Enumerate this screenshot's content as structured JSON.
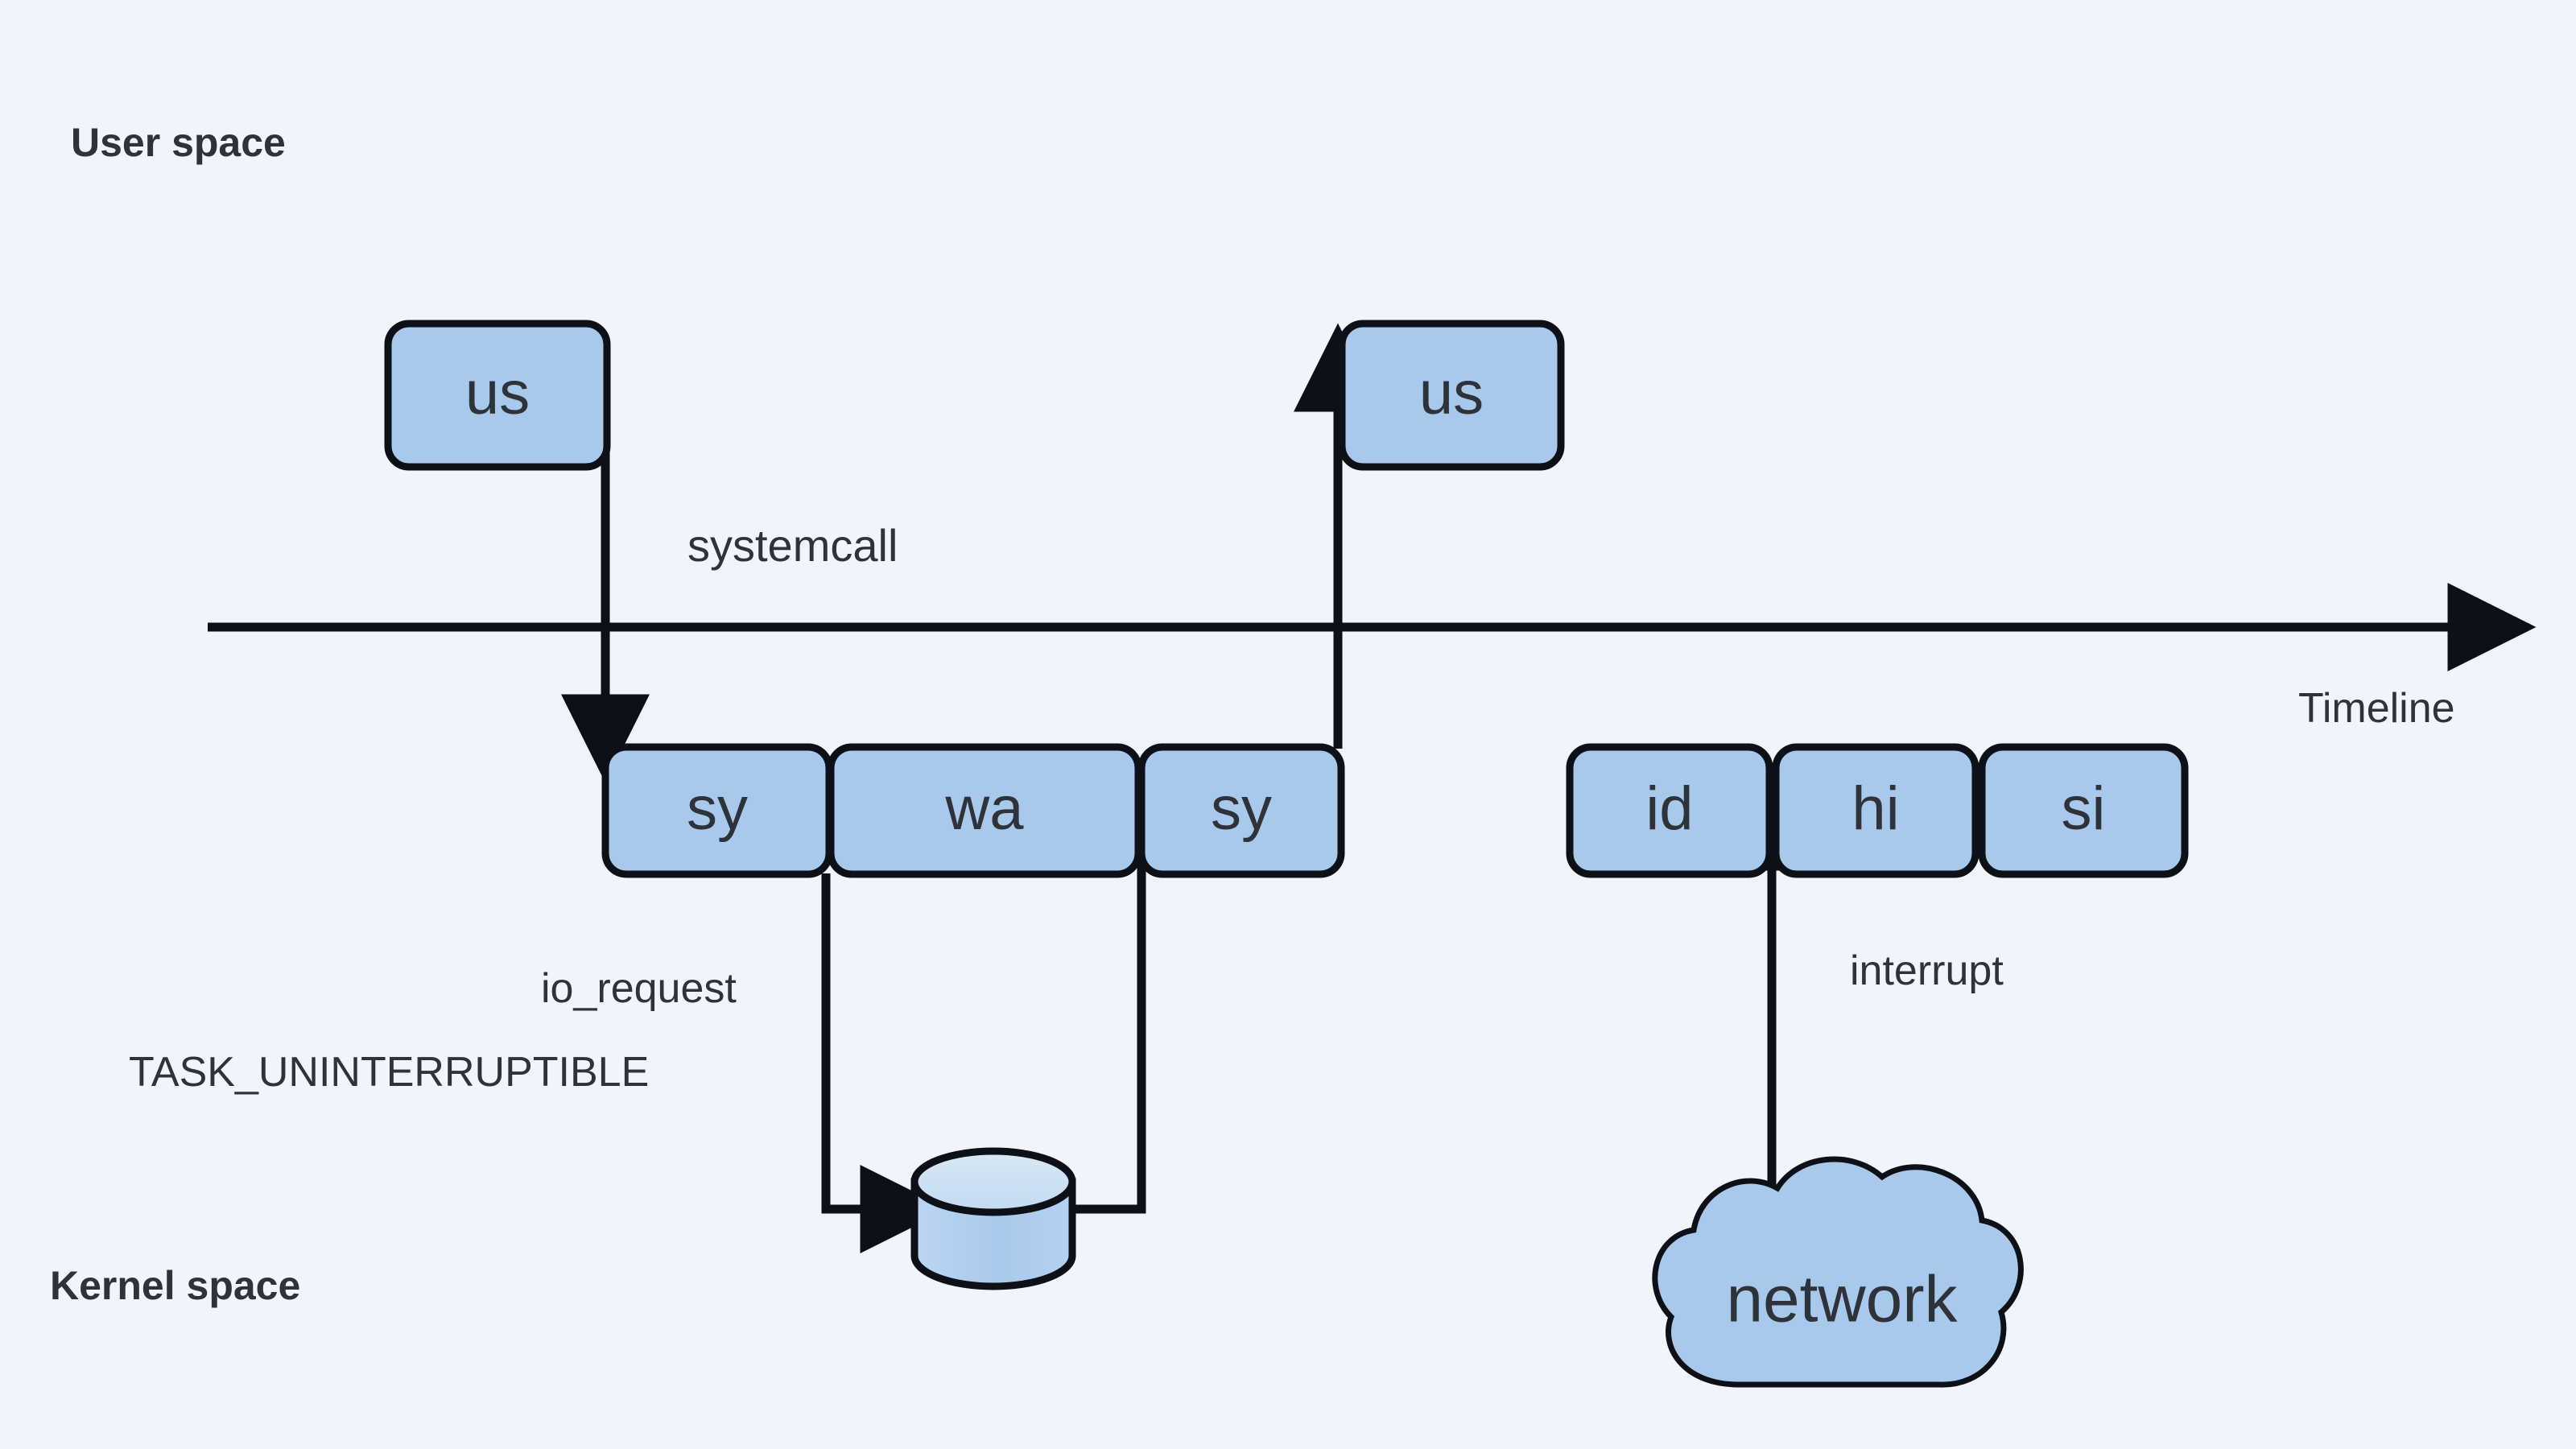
{
  "diagram": {
    "background_color": "#f0f4fd",
    "box_fill": "#a9c9ec",
    "box_stroke": "#0d1117",
    "text_color": "#2e3339",
    "cylinder_top_fill": "#cde0f2",
    "cylinder_body_fill": "#aecbee"
  },
  "regions": {
    "user_space_label": "User space",
    "kernel_space_label": "Kernel space"
  },
  "axis": {
    "timeline_label": "Timeline",
    "arrow_direction": "right"
  },
  "user_boxes": [
    {
      "label": "us",
      "name": "us-box-left"
    },
    {
      "label": "us",
      "name": "us-box-right"
    }
  ],
  "kernel_boxes_left": [
    {
      "label": "sy"
    },
    {
      "label": "wa"
    },
    {
      "label": "sy"
    }
  ],
  "kernel_boxes_right": [
    {
      "label": "id"
    },
    {
      "label": "hi"
    },
    {
      "label": "si"
    }
  ],
  "edge_labels": {
    "systemcall": "systemcall",
    "io_request": "io_request",
    "task_state": "TASK_UNINTERRUPTIBLE",
    "interrupt": "interrupt"
  },
  "nodes": {
    "storage": {
      "label": "",
      "shape": "cylinder",
      "name": "storage-cylinder"
    },
    "network": {
      "label": "network",
      "shape": "cloud",
      "name": "network-cloud"
    }
  }
}
